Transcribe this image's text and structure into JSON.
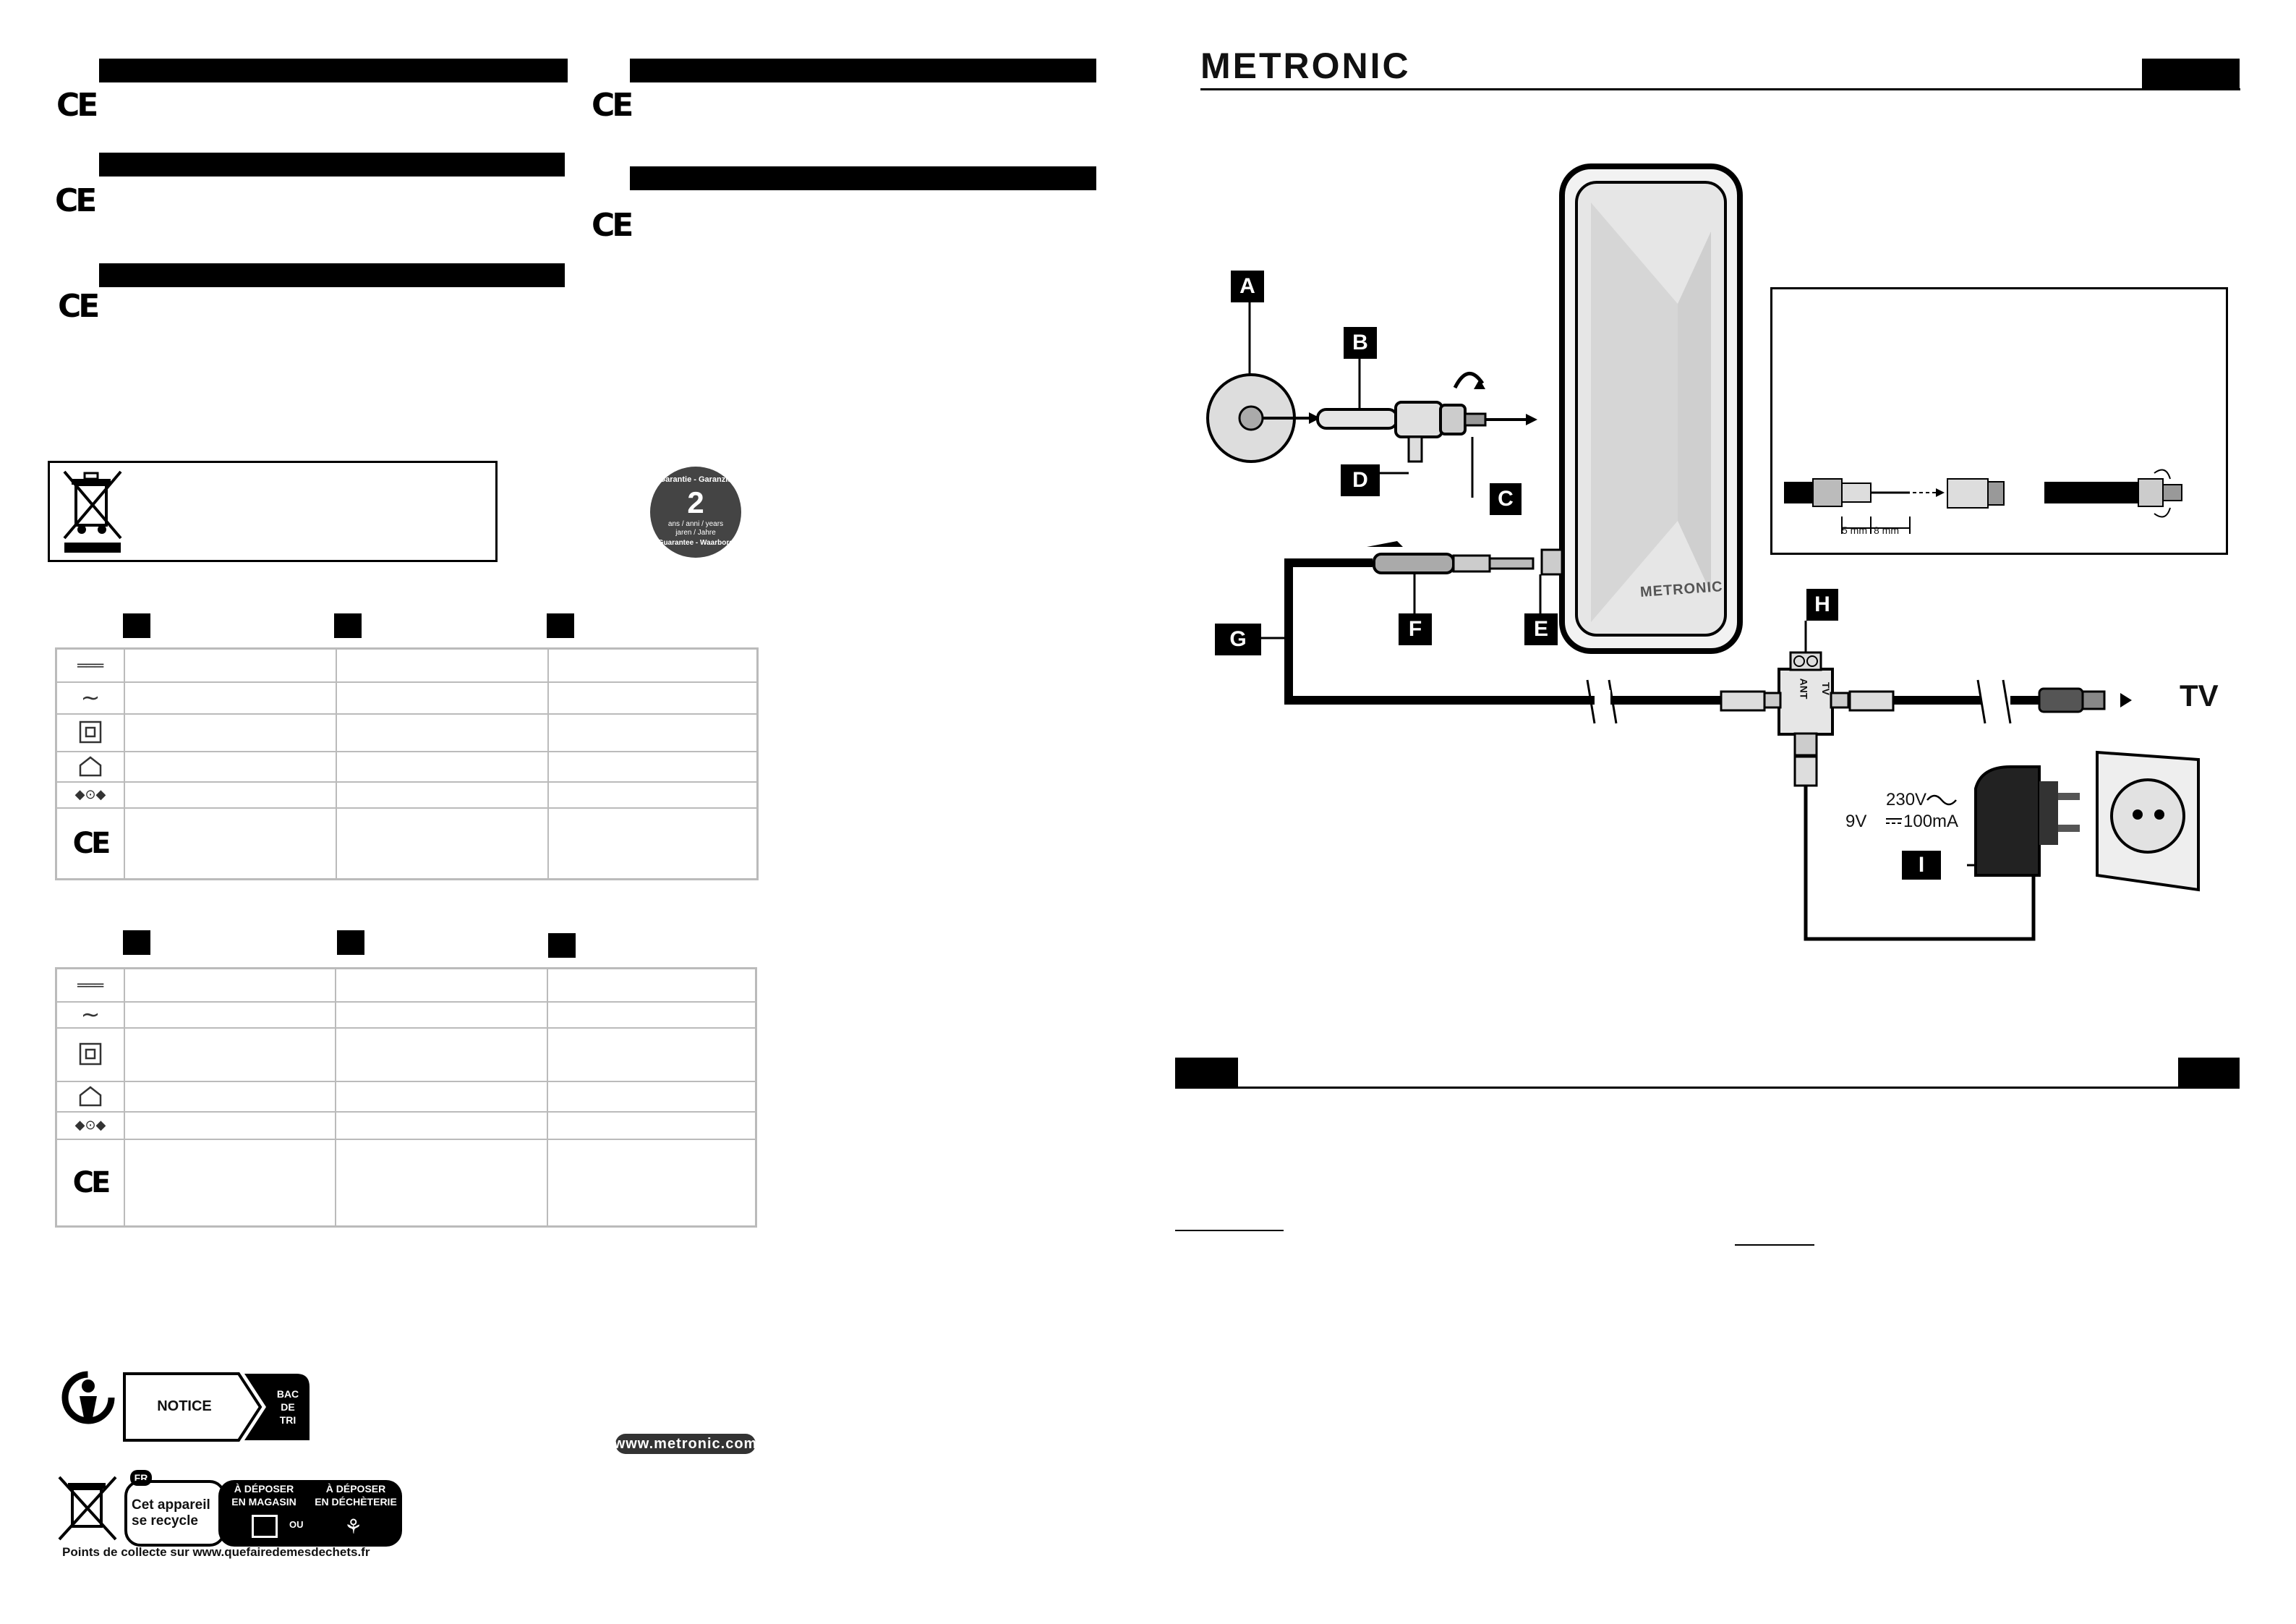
{
  "brand": {
    "logo_text": "METRONIC",
    "website": "www.metronic.com"
  },
  "ce_mark": "CE",
  "diagram": {
    "labels": [
      "A",
      "B",
      "C",
      "D",
      "E",
      "F",
      "G",
      "H",
      "I"
    ],
    "tv_label": "TV",
    "splitter_ant": "ANT",
    "splitter_tv": "TV",
    "power_230": "230V",
    "power_9v": "9V",
    "power_100ma": "100mA",
    "antenna_brand": "METRONIC",
    "cable_5mm": "5 mm",
    "cable_8mm": "8 mm"
  },
  "warranty": {
    "number": "2",
    "top_text": "Garantie - Garanzia",
    "middle_text": "ans / anni / years",
    "middle_text2": "jaren / Jahre",
    "bottom_text": "Guarantee - Waarborg"
  },
  "recycling": {
    "notice_label": "NOTICE",
    "bac_label_1": "BAC",
    "bac_label_2": "DE",
    "bac_label_3": "TRI",
    "fr_badge": "FR",
    "appareil_line1": "Cet appareil",
    "appareil_line2": "se recycle",
    "magasin_line1": "À DÉPOSER",
    "magasin_line2": "EN MAGASIN",
    "ou": "OU",
    "decheterie_line1": "À DÉPOSER",
    "decheterie_line2": "EN DÉCHÈTERIE",
    "collecte": "Points de collecte sur www.quefairedemesdechets.fr"
  }
}
